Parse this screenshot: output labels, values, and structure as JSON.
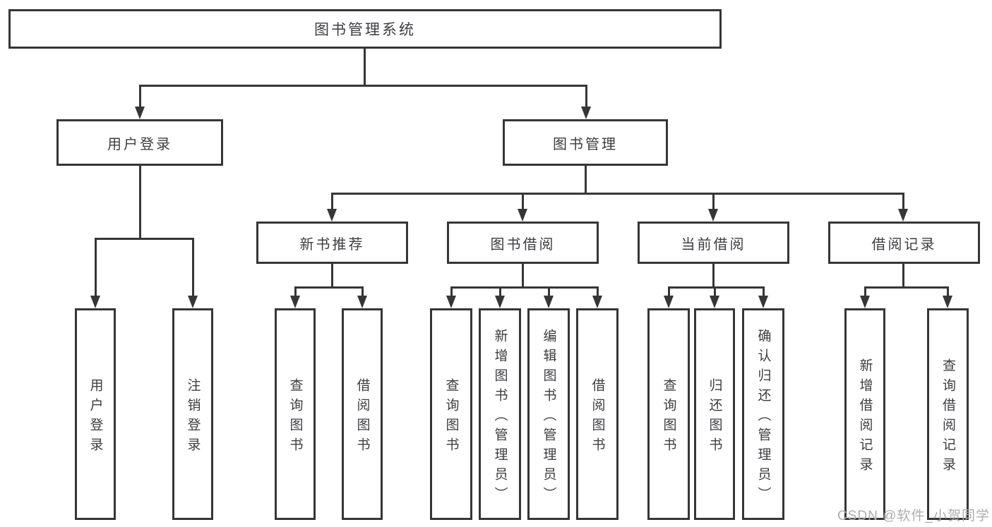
{
  "diagram": {
    "root": "图书管理系统",
    "level2": {
      "user_login": "用户登录",
      "book_management": "图书管理"
    },
    "level3": {
      "new_book_recommend": "新书推荐",
      "book_borrowing": "图书借阅",
      "current_borrowing": "当前借阅",
      "borrowing_records": "借阅记录"
    },
    "leaves": {
      "user_login": [
        "用户登录",
        "注销登录"
      ],
      "new_book_recommend": [
        "查询图书",
        "借阅图书"
      ],
      "book_borrowing": [
        "查询图书",
        "新增图书（管理员）",
        "编辑图书（管理员）",
        "借阅图书"
      ],
      "current_borrowing": [
        "查询图书",
        "归还图书",
        "确认归还（管理员）"
      ],
      "borrowing_records": [
        "新增借阅记录",
        "查询借阅记录"
      ]
    }
  },
  "watermark": "CSDN @软件_小贺同学",
  "colors": {
    "line": "#363636",
    "box_border": "#363636",
    "text": "#3d3d42",
    "watermark": "#aeaeae",
    "background": "#ffffff"
  }
}
